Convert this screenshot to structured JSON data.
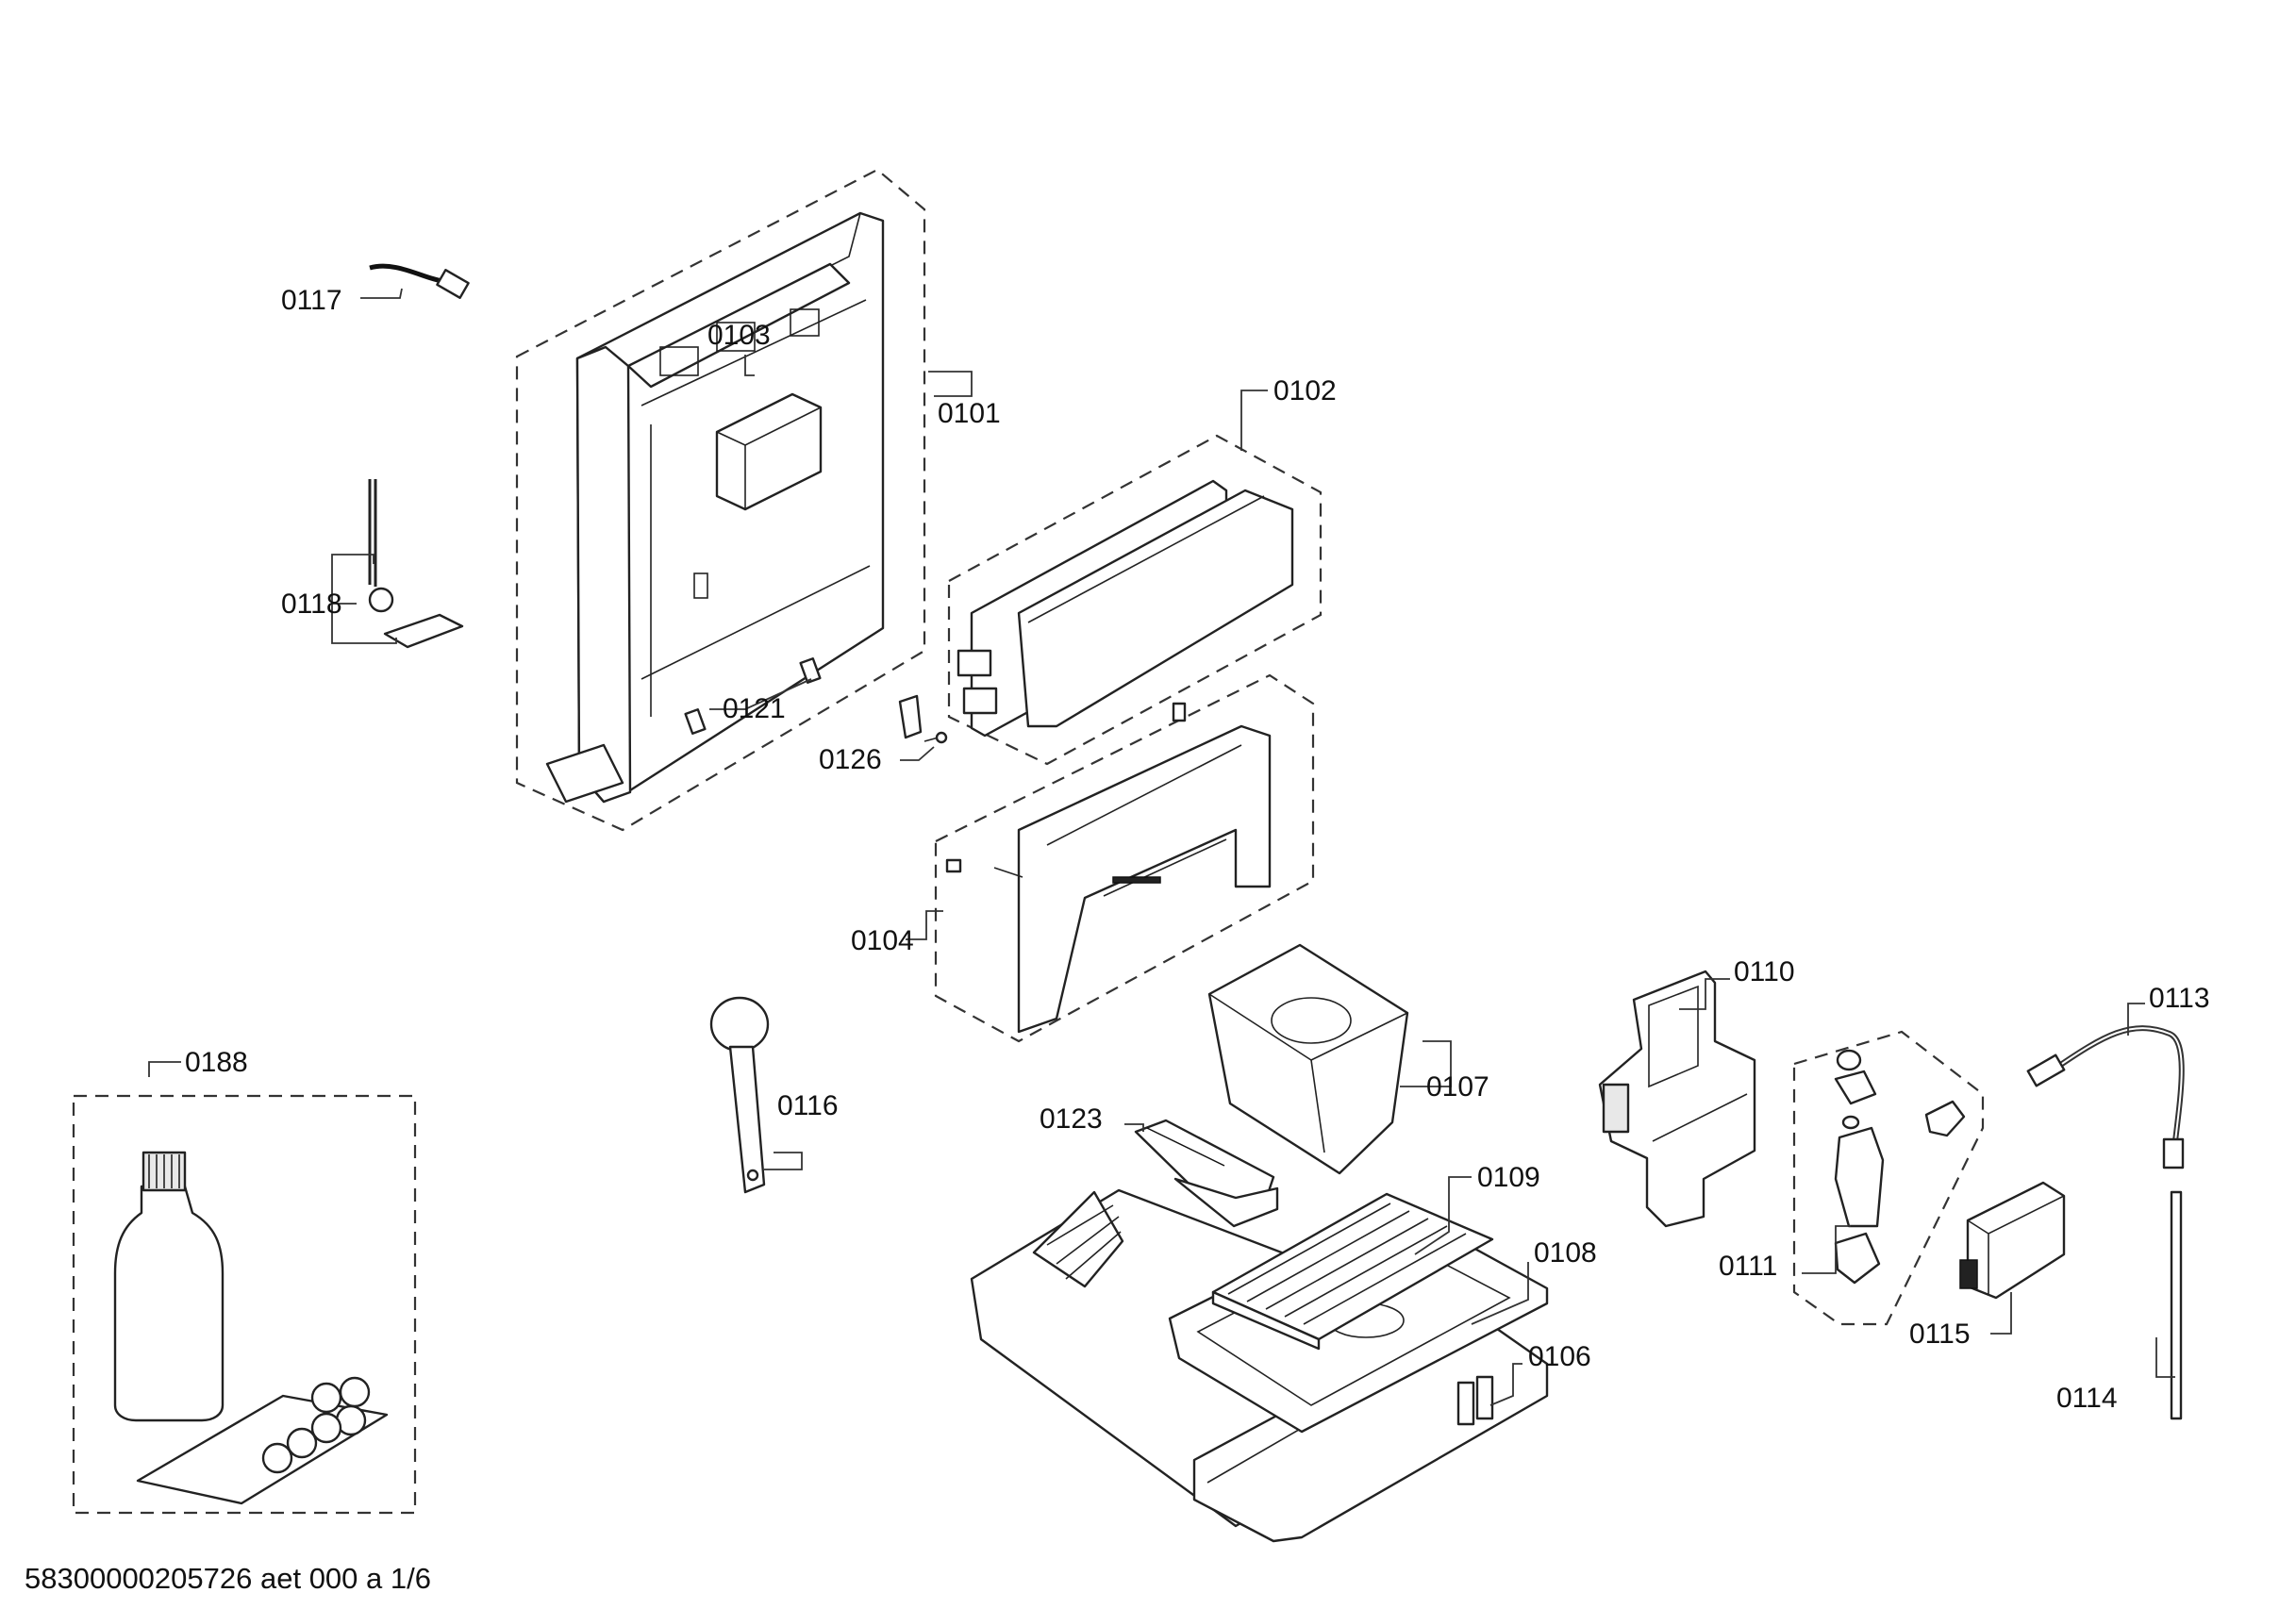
{
  "diagram": {
    "callouts": [
      {
        "id": "0101",
        "label": "0101"
      },
      {
        "id": "0102",
        "label": "0102"
      },
      {
        "id": "0103",
        "label": "0103"
      },
      {
        "id": "0104",
        "label": "0104"
      },
      {
        "id": "0106",
        "label": "0106"
      },
      {
        "id": "0107",
        "label": "0107"
      },
      {
        "id": "0108",
        "label": "0108"
      },
      {
        "id": "0109",
        "label": "0109"
      },
      {
        "id": "0110",
        "label": "0110"
      },
      {
        "id": "0111",
        "label": "0111"
      },
      {
        "id": "0113",
        "label": "0113"
      },
      {
        "id": "0114",
        "label": "0114"
      },
      {
        "id": "0115",
        "label": "0115"
      },
      {
        "id": "0116",
        "label": "0116"
      },
      {
        "id": "0117",
        "label": "0117"
      },
      {
        "id": "0118",
        "label": "0118"
      },
      {
        "id": "0121",
        "label": "0121"
      },
      {
        "id": "0123",
        "label": "0123"
      },
      {
        "id": "0126",
        "label": "0126"
      },
      {
        "id": "0188",
        "label": "0188"
      }
    ],
    "footer": "58300000205726 aet 000 a 1/6"
  }
}
